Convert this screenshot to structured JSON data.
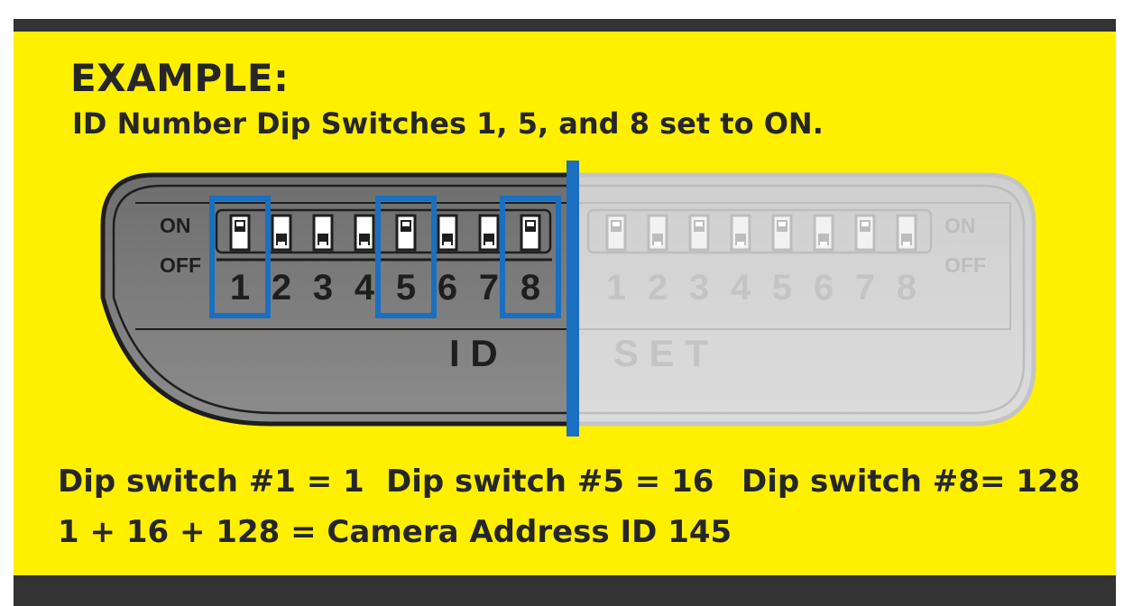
{
  "heading": "EXAMPLE:",
  "subheading": "ID Number Dip Switches 1, 5, and 8 set to ON.",
  "switch_bank_id": {
    "on_label": "ON",
    "off_label": "OFF",
    "numbers": [
      "1",
      "2",
      "3",
      "4",
      "5",
      "6",
      "7",
      "8"
    ],
    "on_switches": [
      1,
      5,
      8
    ],
    "bank_label": "I D"
  },
  "switch_bank_set": {
    "on_label": "ON",
    "off_label": "OFF",
    "numbers": [
      "1",
      "2",
      "3",
      "4",
      "5",
      "6",
      "7",
      "8"
    ],
    "bank_label": "S E T"
  },
  "equations": {
    "sw1": "Dip switch #1 = 1",
    "sw5": "Dip switch #5 = 16",
    "sw8": "Dip switch #8= 128",
    "total": "1 + 16 + 128 = Camera Address ID 145"
  },
  "colors": {
    "background": "#fff000",
    "bar": "#333333",
    "highlight": "#1a6fc0",
    "id_panel": "#7d7d7d",
    "set_panel": "#d4d4d4"
  }
}
